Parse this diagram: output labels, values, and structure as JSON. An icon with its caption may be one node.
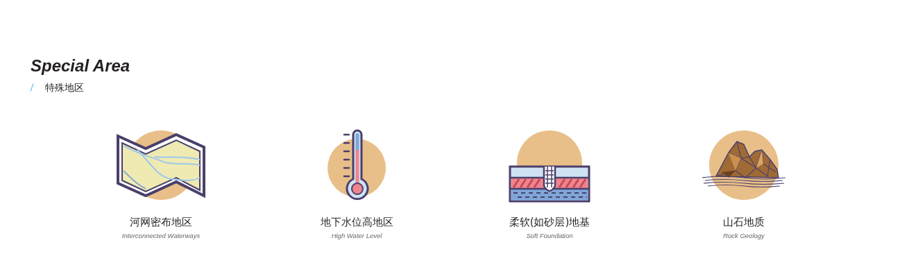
{
  "diagram": {
    "title": "Special Area",
    "labels": [
      "特殊地区",
      "河网密布地区",
      "Interconnected Waterways",
      "地下水位高地区",
      "High Water Level",
      "柔软(如砂层)地基",
      "Soft Foundation",
      "山石地质",
      "Rock Geology"
    ]
  }
}
